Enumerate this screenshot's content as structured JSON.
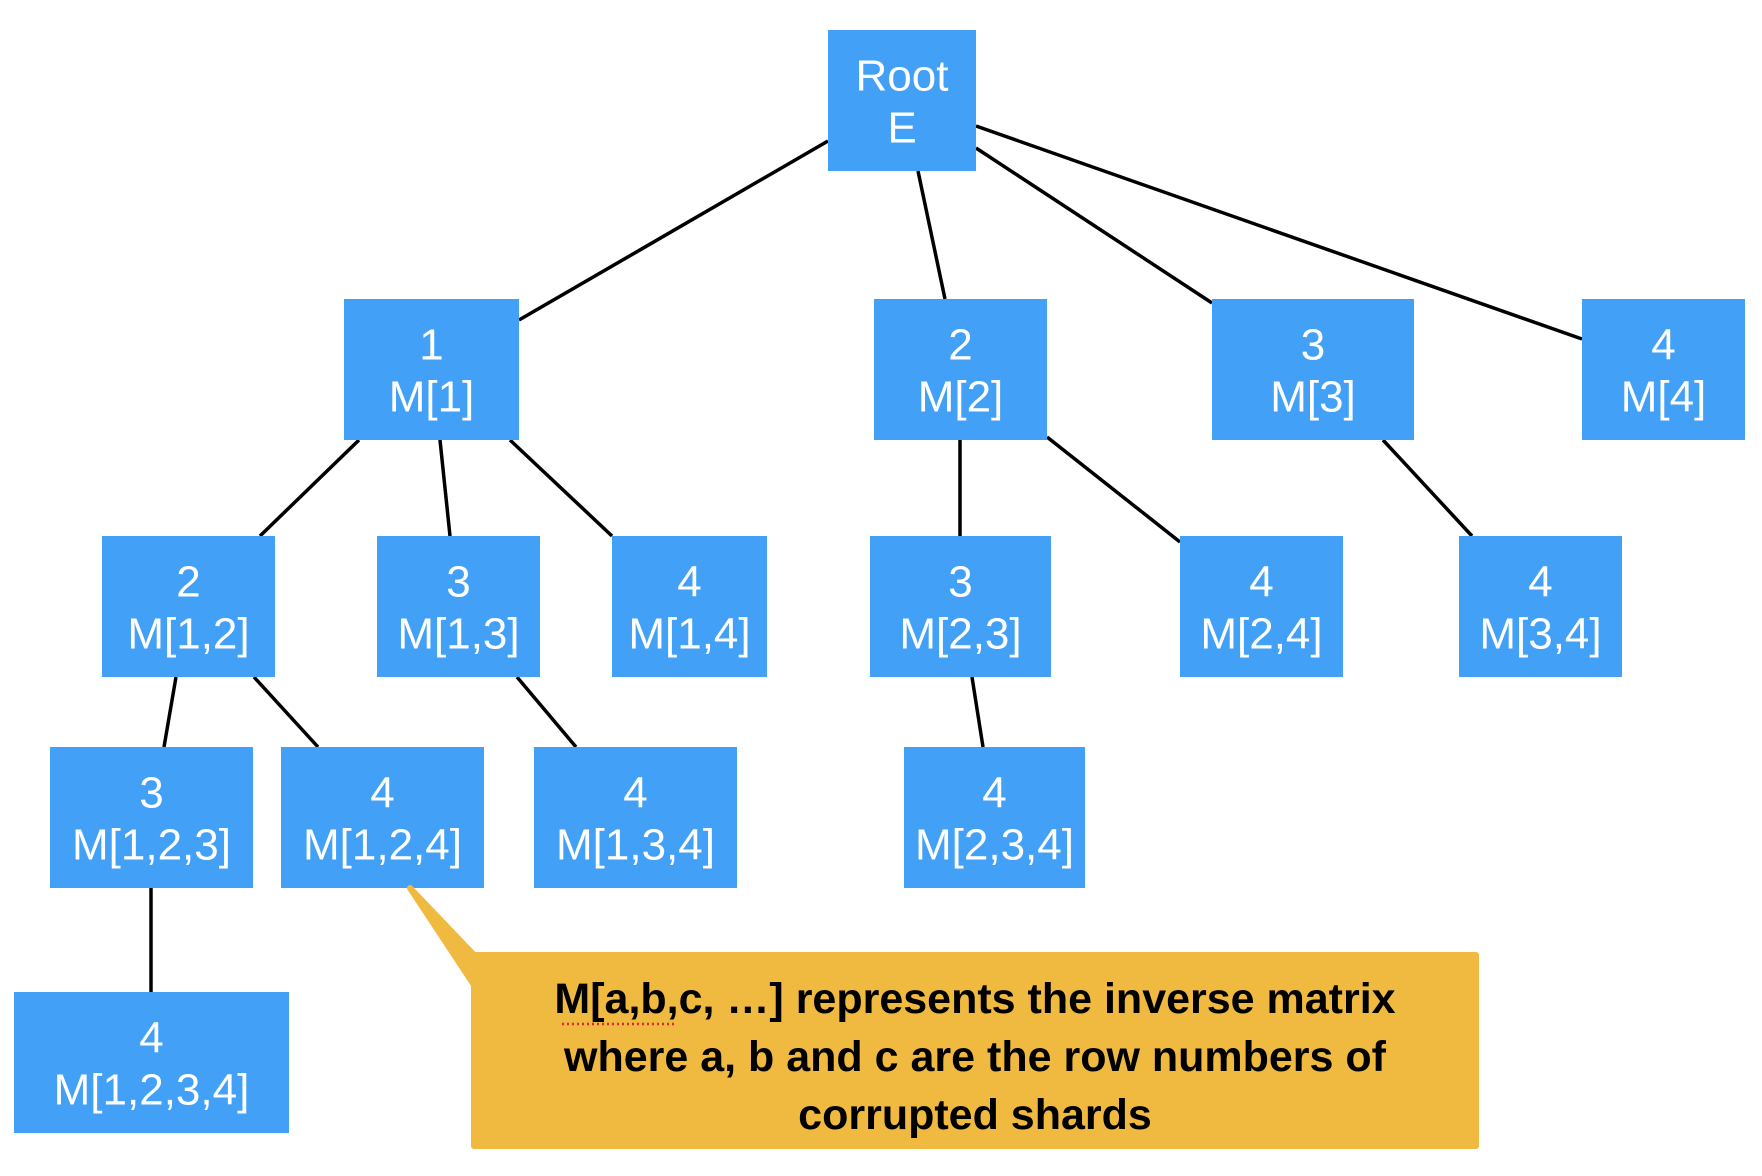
{
  "nodes": [
    {
      "id": "root",
      "line1": "Root",
      "line2": "E"
    },
    {
      "id": "n1",
      "line1": "1",
      "line2": "M[1]"
    },
    {
      "id": "n2",
      "line1": "2",
      "line2": "M[2]"
    },
    {
      "id": "n3",
      "line1": "3",
      "line2": "M[3]"
    },
    {
      "id": "n4",
      "line1": "4",
      "line2": "M[4]"
    },
    {
      "id": "n12",
      "line1": "2",
      "line2": "M[1,2]"
    },
    {
      "id": "n13",
      "line1": "3",
      "line2": "M[1,3]"
    },
    {
      "id": "n14",
      "line1": "4",
      "line2": "M[1,4]"
    },
    {
      "id": "n23",
      "line1": "3",
      "line2": "M[2,3]"
    },
    {
      "id": "n24",
      "line1": "4",
      "line2": "M[2,4]"
    },
    {
      "id": "n34",
      "line1": "4",
      "line2": "M[3,4]"
    },
    {
      "id": "n123",
      "line1": "3",
      "line2": "M[1,2,3]"
    },
    {
      "id": "n124",
      "line1": "4",
      "line2": "M[1,2,4]"
    },
    {
      "id": "n134",
      "line1": "4",
      "line2": "M[1,3,4]"
    },
    {
      "id": "n234",
      "line1": "4",
      "line2": "M[2,3,4]"
    },
    {
      "id": "n1234",
      "line1": "4",
      "line2": "M[1,2,3,4]"
    }
  ],
  "edges": [
    [
      "root",
      "n1"
    ],
    [
      "root",
      "n2"
    ],
    [
      "root",
      "n3"
    ],
    [
      "root",
      "n4"
    ],
    [
      "n1",
      "n12"
    ],
    [
      "n1",
      "n13"
    ],
    [
      "n1",
      "n14"
    ],
    [
      "n2",
      "n23"
    ],
    [
      "n2",
      "n24"
    ],
    [
      "n3",
      "n34"
    ],
    [
      "n12",
      "n123"
    ],
    [
      "n12",
      "n124"
    ],
    [
      "n13",
      "n134"
    ],
    [
      "n23",
      "n234"
    ],
    [
      "n123",
      "n1234"
    ]
  ],
  "callout": {
    "lines": [
      "M[a,b,c, …] represents the inverse matrix",
      "where a, b and c are the row numbers of",
      "corrupted shards"
    ]
  },
  "colors": {
    "node_fill": "#42a0f7",
    "node_text": "#ffffff",
    "edge": "#000000",
    "callout_fill": "#f0b93f",
    "callout_text": "#000000"
  }
}
